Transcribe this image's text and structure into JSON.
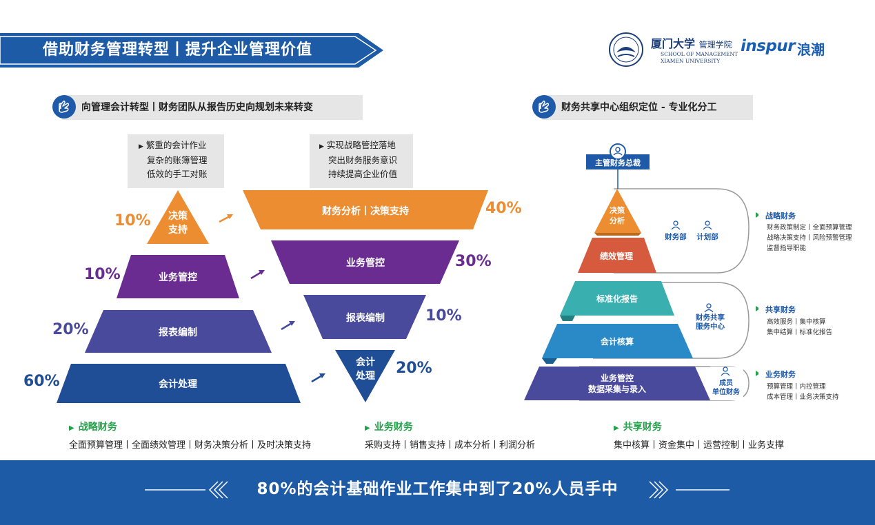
{
  "header": {
    "title": "借助财务管理转型丨提升企业管理价值",
    "brand_color": "#1d5ba6"
  },
  "logos": {
    "xmu_cn": "厦门大学",
    "xmu_school_cn": "管理学院",
    "xmu_en_line1": "SCHOOL OF MANAGEMENT",
    "xmu_en_line2": "XIAMEN UNIVERSITY",
    "inspur_en": "inspur",
    "inspur_cn": "浪潮"
  },
  "left_section": {
    "title": "向管理会计转型丨财务团队从报告历史向规划未来转变",
    "icon": "hand-icon",
    "note_before": [
      "繁重的会计作业",
      "复杂的账簿管理",
      "低效的手工对账"
    ],
    "note_after": [
      "实现战略管控落地",
      "突出财务服务意识",
      "持续提高企业价值"
    ],
    "pyramid": [
      {
        "label_lines": [
          "决策",
          "支持"
        ],
        "percent": "10%",
        "color": "#ec8d31"
      },
      {
        "label_lines": [
          "业务管控"
        ],
        "percent": "10%",
        "color": "#6a2c91"
      },
      {
        "label_lines": [
          "报表编制"
        ],
        "percent": "20%",
        "color": "#4a4a9c"
      },
      {
        "label_lines": [
          "会计处理"
        ],
        "percent": "60%",
        "color": "#1f4e96"
      }
    ],
    "inverted": [
      {
        "label_lines": [
          "财务分析丨决策支持"
        ],
        "percent": "40%",
        "color": "#ec8d31"
      },
      {
        "label_lines": [
          "业务管控"
        ],
        "percent": "30%",
        "color": "#6a2c91"
      },
      {
        "label_lines": [
          "报表编制"
        ],
        "percent": "10%",
        "color": "#4a4a9c"
      },
      {
        "label_lines": [
          "会计",
          "处理"
        ],
        "percent": "20%",
        "color": "#1f4e96"
      }
    ]
  },
  "right_section": {
    "title": "财务共享中心组织定位 - 专业化分工",
    "icon": "hand-icon",
    "top_label": "主管财务总裁",
    "levels": [
      {
        "label_lines": [
          "决策",
          "分析"
        ],
        "color": "#ec8d31"
      },
      {
        "label_lines": [
          "绩效管理"
        ],
        "color": "#d65a3e"
      },
      {
        "label_lines": [
          "标准化报告"
        ],
        "color": "#3aafb0"
      },
      {
        "label_lines": [
          "会计核算"
        ],
        "color": "#2a8ac7"
      },
      {
        "label_lines": [
          "业务管控",
          "数据采集与录入"
        ],
        "color": "#4a4a9c"
      }
    ],
    "departments": [
      {
        "label_lines": [
          "财务部"
        ]
      },
      {
        "label_lines": [
          "计划部"
        ]
      },
      {
        "label_lines": [
          "财务共享",
          "服务中心"
        ]
      },
      {
        "label_lines": [
          "成员",
          "单位财务"
        ]
      }
    ],
    "categories": [
      {
        "head": "战略财务",
        "lines": [
          "财务政策制定丨全面预算管理",
          "战略决策支持丨风险预警管理",
          "监督指导职能"
        ]
      },
      {
        "head": "共享财务",
        "lines": [
          "高效服务丨集中核算",
          "集中结算丨标准化报告"
        ]
      },
      {
        "head": "业务财务",
        "lines": [
          "预算管理丨内控管理",
          "成本管理丨业务决策支持"
        ]
      }
    ]
  },
  "bottom_categories": [
    {
      "head": "战略财务",
      "body": "全面预算管理丨全面绩效管理丨财务决策分析丨及时决策支持"
    },
    {
      "head": "业务财务",
      "body": "采购支持丨销售支持丨成本分析丨利润分析"
    },
    {
      "head": "共享财务",
      "body": "集中核算丨资金集中丨运营控制丨业务支撑"
    }
  ],
  "footer": {
    "text": "80%的会计基础作业工作集中到了20%人员手中"
  },
  "colors": {
    "orange": "#ec8d31",
    "purple": "#6a2c91",
    "indigo": "#4a4a9c",
    "navy": "#1f4e96",
    "green": "#23a24a"
  }
}
